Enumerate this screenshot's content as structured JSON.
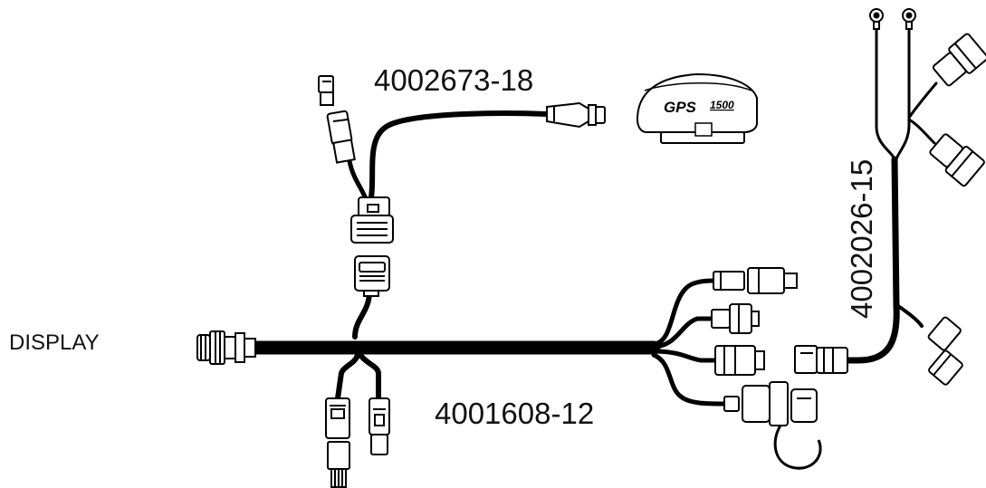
{
  "labels": {
    "display": "DISPLAY",
    "harness_gps": "4002673-18",
    "harness_main": "4001608-12",
    "harness_vertical": "4002026-15"
  },
  "gps_receiver": {
    "brand": "GPS",
    "model": "1500"
  },
  "colors": {
    "stroke": "#000000",
    "fill": "#ffffff",
    "shade": "#d9d9d9"
  }
}
